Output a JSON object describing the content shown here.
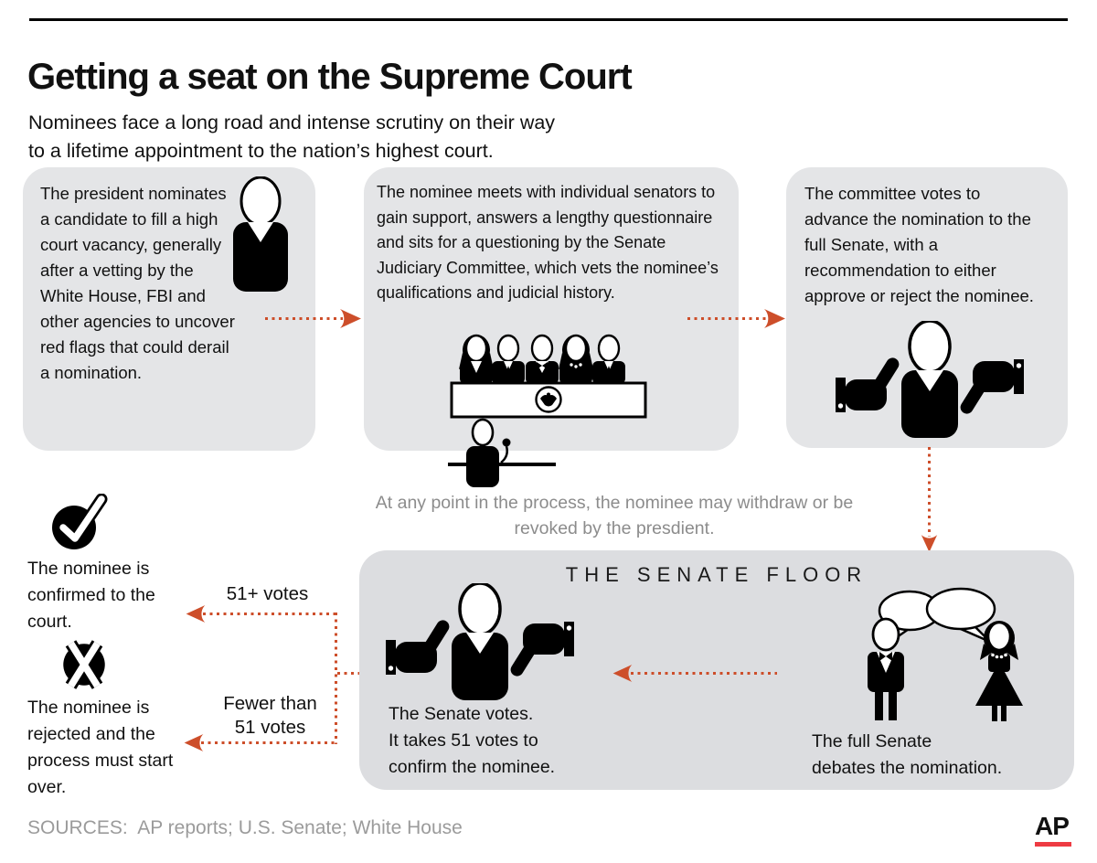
{
  "header": {
    "title": "Getting a seat on the Supreme Court",
    "subtitle": "Nominees face a long road and intense scrutiny on their way\nto a lifetime appointment to the nation’s highest court."
  },
  "steps": {
    "president": "The president nominates\na candidate to fill a high\ncourt vacancy, generally\nafter a vetting by the\nWhite House, FBI and\nother agencies to uncover\nred flags that could derail\na nomination.",
    "hearing": "The nominee meets with individual senators to\ngain support, answers a lengthy questionnaire\nand sits for a questioning by the Senate\nJudiciary Committee, which vets the nominee’s\nqualifications and judicial history.",
    "committee_vote": "The committee votes to\nadvance the nomination to the\nfull Senate, with a\nrecommendation to either\napprove or reject the nominee."
  },
  "note": "At any point in the process, the nominee may withdraw or be\nrevoked by the presdient.",
  "senate_floor": {
    "title": "THE SENATE FLOOR",
    "debate_caption": "The full Senate\ndebates the nomination.",
    "vote_caption": "The Senate votes.\nIt takes 51 votes to\nconfirm the nominee."
  },
  "outcomes": {
    "confirmed_votes_label": "51+ votes",
    "confirmed_caption": "The nominee is\nconfirmed to the\ncourt.",
    "rejected_votes_label": "Fewer than\n51 votes",
    "rejected_caption": "The nominee is\nrejected and the\nprocess must start\nover."
  },
  "footer": {
    "sources": "SOURCES:  AP reports; U.S. Senate; White House",
    "logo_text": "AP"
  },
  "icons": [
    "president-person-icon",
    "judiciary-committee-icon",
    "nominee-witness-icon",
    "thumbs-vote-person-icon",
    "check-icon",
    "x-icon",
    "debate-people-icon",
    "speech-bubbles-icon",
    "dotted-arrow-icon"
  ],
  "colors": {
    "arrow_orange": "#cd4e2a",
    "step_box_gray": "#e4e5e7",
    "senate_box_gray": "#dcdde0",
    "note_gray": "#8c8c8c",
    "sources_gray": "#9b9b9b",
    "ap_red": "#ee3b43",
    "text_black": "#111111"
  }
}
